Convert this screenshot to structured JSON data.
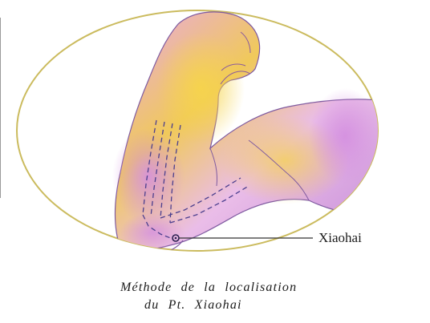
{
  "figure": {
    "point_label": "Xiaohai",
    "caption_line1": "Méthode de la localisation",
    "caption_line2": "du Pt. Xiaohai"
  },
  "colors": {
    "ellipse_outline": "#c9b85a",
    "skin_yellow": "#f1d25a",
    "skin_pink": "#d69be0",
    "skin_violet": "#b878d2",
    "channel_lines": "#4a3f8a",
    "point_marker": "#2a2050"
  }
}
